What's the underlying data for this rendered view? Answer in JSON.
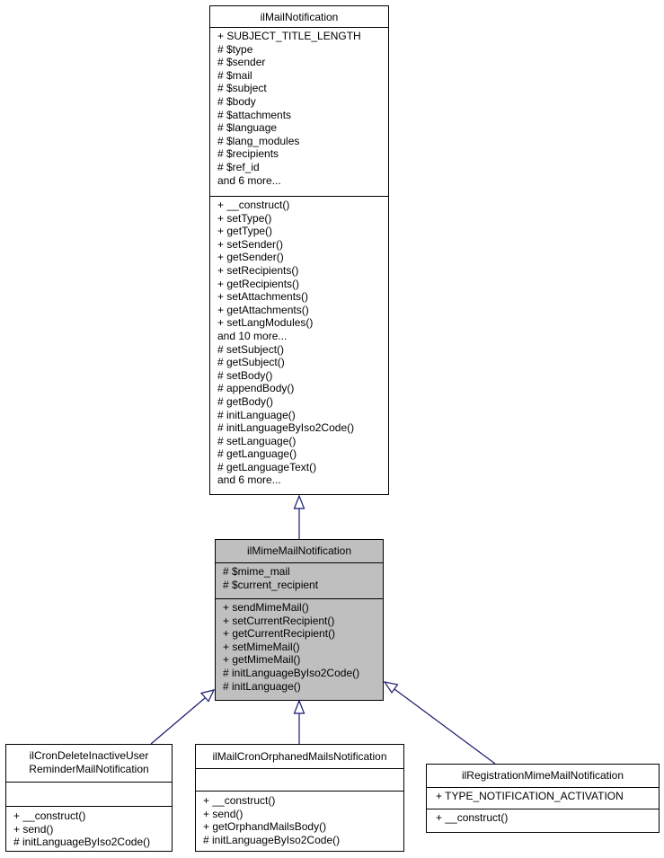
{
  "classes": {
    "base": {
      "name": "ilMailNotification",
      "attributes": [
        "+ SUBJECT_TITLE_LENGTH",
        "# $type",
        "# $sender",
        "# $mail",
        "# $subject",
        "# $body",
        "# $attachments",
        "# $language",
        "# $lang_modules",
        "# $recipients",
        "# $ref_id",
        "and 6 more..."
      ],
      "methods": [
        "+ __construct()",
        "+ setType()",
        "+ getType()",
        "+ setSender()",
        "+ getSender()",
        "+ setRecipients()",
        "+ getRecipients()",
        "+ setAttachments()",
        "+ getAttachments()",
        "+ setLangModules()",
        "and 10 more...",
        "# setSubject()",
        "# getSubject()",
        "# setBody()",
        "# appendBody()",
        "# getBody()",
        "# initLanguage()",
        "# initLanguageByIso2Code()",
        "# setLanguage()",
        "# getLanguage()",
        "# getLanguageText()",
        "and 6 more..."
      ]
    },
    "mime": {
      "name": "ilMimeMailNotification",
      "attributes": [
        "# $mime_mail",
        "# $current_recipient"
      ],
      "methods": [
        "+ sendMimeMail()",
        "+ setCurrentRecipient()",
        "+ getCurrentRecipient()",
        "+ setMimeMail()",
        "+ getMimeMail()",
        "# initLanguageByIso2Code()",
        "# initLanguage()"
      ]
    },
    "cron_delete": {
      "name_lines": [
        "ilCronDeleteInactiveUser",
        "ReminderMailNotification"
      ],
      "attributes": [],
      "methods": [
        "+ __construct()",
        "+ send()",
        "# initLanguageByIso2Code()"
      ]
    },
    "cron_orphaned": {
      "name": "ilMailCronOrphanedMailsNotification",
      "attributes": [],
      "methods": [
        "+ __construct()",
        "+ send()",
        "+ getOrphandMailsBody()",
        "# initLanguageByIso2Code()"
      ]
    },
    "registration": {
      "name": "ilRegistrationMimeMailNotification",
      "attributes": [
        "+ TYPE_NOTIFICATION_ACTIVATION"
      ],
      "methods": [
        "+ __construct()"
      ]
    }
  },
  "colors": {
    "edge": "#191970",
    "current_fill": "#bfbfbf"
  }
}
